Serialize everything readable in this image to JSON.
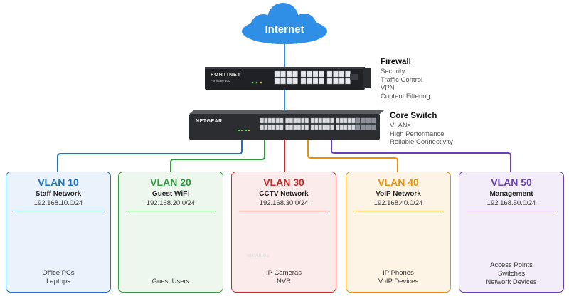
{
  "internet": {
    "label": "Internet"
  },
  "firewall": {
    "title": "Firewall",
    "brand": "FORTINET",
    "model": "FortiGate 100",
    "features": [
      "Security",
      "Traffic Control",
      "VPN",
      "Content Filtering"
    ]
  },
  "switch": {
    "title": "Core Switch",
    "brand": "NETGEAR",
    "features": [
      "VLANs",
      "High Performance",
      "Reliable Connectivity"
    ]
  },
  "vlans": [
    {
      "title": "VLAN 10",
      "name": "Staff Network",
      "subnet": "192.168.10.0/24",
      "devices": [
        "Office PCs",
        "Laptops"
      ],
      "color": "#1e73be",
      "bg": "#eaf3fc"
    },
    {
      "title": "VLAN 20",
      "name": "Guest WiFi",
      "subnet": "192.168.20.0/24",
      "devices": [
        "Guest Users"
      ],
      "color": "#2e9a3c",
      "bg": "#edf7ee"
    },
    {
      "title": "VLAN 30",
      "name": "CCTV Network",
      "subnet": "192.168.30.0/24",
      "devices": [
        "IP Cameras",
        "NVR"
      ],
      "color": "#c62828",
      "bg": "#fcebeb"
    },
    {
      "title": "VLAN 40",
      "name": "VoIP Network",
      "subnet": "192.168.40.0/24",
      "devices": [
        "IP Phones",
        "VoIP Devices"
      ],
      "color": "#e8900c",
      "bg": "#fdf4e6"
    },
    {
      "title": "VLAN 50",
      "name": "Management",
      "subnet": "192.168.50.0/24",
      "devices": [
        "Access Points",
        "Switches",
        "Network Devices"
      ],
      "color": "#6a3fb5",
      "bg": "#f2edf9"
    }
  ],
  "nvr": {
    "brand": "HIKVISION"
  },
  "colors": {
    "cloud": "#2f8fe6",
    "uplink": "#2f8fe6",
    "device": "#2b2d31"
  }
}
